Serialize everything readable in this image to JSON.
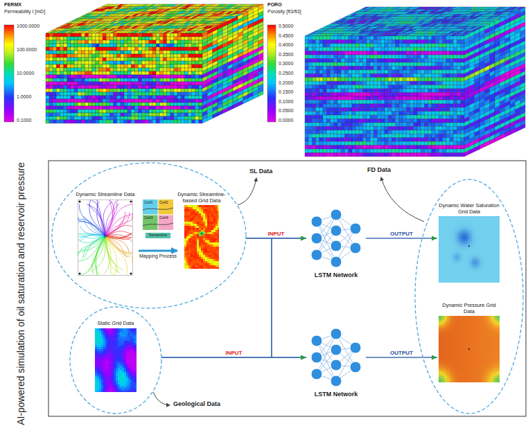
{
  "diagram": {
    "title": "AI-powered simulation of oil saturation and reservoir pressure",
    "nodes": [
      {
        "text": [
          "SL Data"
        ]
      },
      {
        "text": [
          "Dynamic Streamline Data"
        ],
        "in": 0
      },
      {
        "text": [
          "Dynamic Streamline-based Grid Data"
        ],
        "in": 0
      },
      {
        "text": [
          "FD Data"
        ]
      },
      {
        "text": [
          "Dynamic Water Saturation Grid Data"
        ],
        "in": 3
      },
      {
        "text": [
          "Dynamic Pressure Grid Data"
        ],
        "in": 3
      },
      {
        "text": [
          "LSTM Network"
        ]
      },
      {
        "text": [
          "LSTM Network"
        ]
      },
      {
        "text": [
          "Geological Data"
        ]
      },
      {
        "text": [
          "Static Grid Data"
        ],
        "in": 8
      }
    ],
    "edges": [
      {
        "from": 1,
        "to": 2,
        "label": "Mapping Process",
        "arrow": "to"
      },
      {
        "from": 0,
        "to": 6,
        "label": "INPUT",
        "arrow": "to"
      },
      {
        "from": 0,
        "to": 7,
        "arrow": "to"
      },
      {
        "from": 8,
        "to": 6,
        "arrow": "to"
      },
      {
        "from": 8,
        "to": 7,
        "label": "INPUT",
        "arrow": "to"
      },
      {
        "from": 6,
        "to": 4,
        "label": "OUTPUT",
        "arrow": "to"
      },
      {
        "from": 7,
        "to": 5,
        "label": "OUTPUT",
        "arrow": "to"
      }
    ],
    "labels": [
      "PERMX",
      "Permeability I [mD]",
      "1000.0000",
      "100.0000",
      "10.0000",
      "1.0000",
      "0.1000",
      "PORO",
      "Porosity [ft3/ft3]",
      "0.5000",
      "0.4500",
      "0.4000",
      "0.3500",
      "0.3000",
      "0.2500",
      "0.2000",
      "0.1500",
      "0.1000",
      "0.0500",
      "0.0000",
      "Cell1",
      "Cell2",
      "Cell3",
      "Cell4",
      "Streamline"
    ]
  }
}
